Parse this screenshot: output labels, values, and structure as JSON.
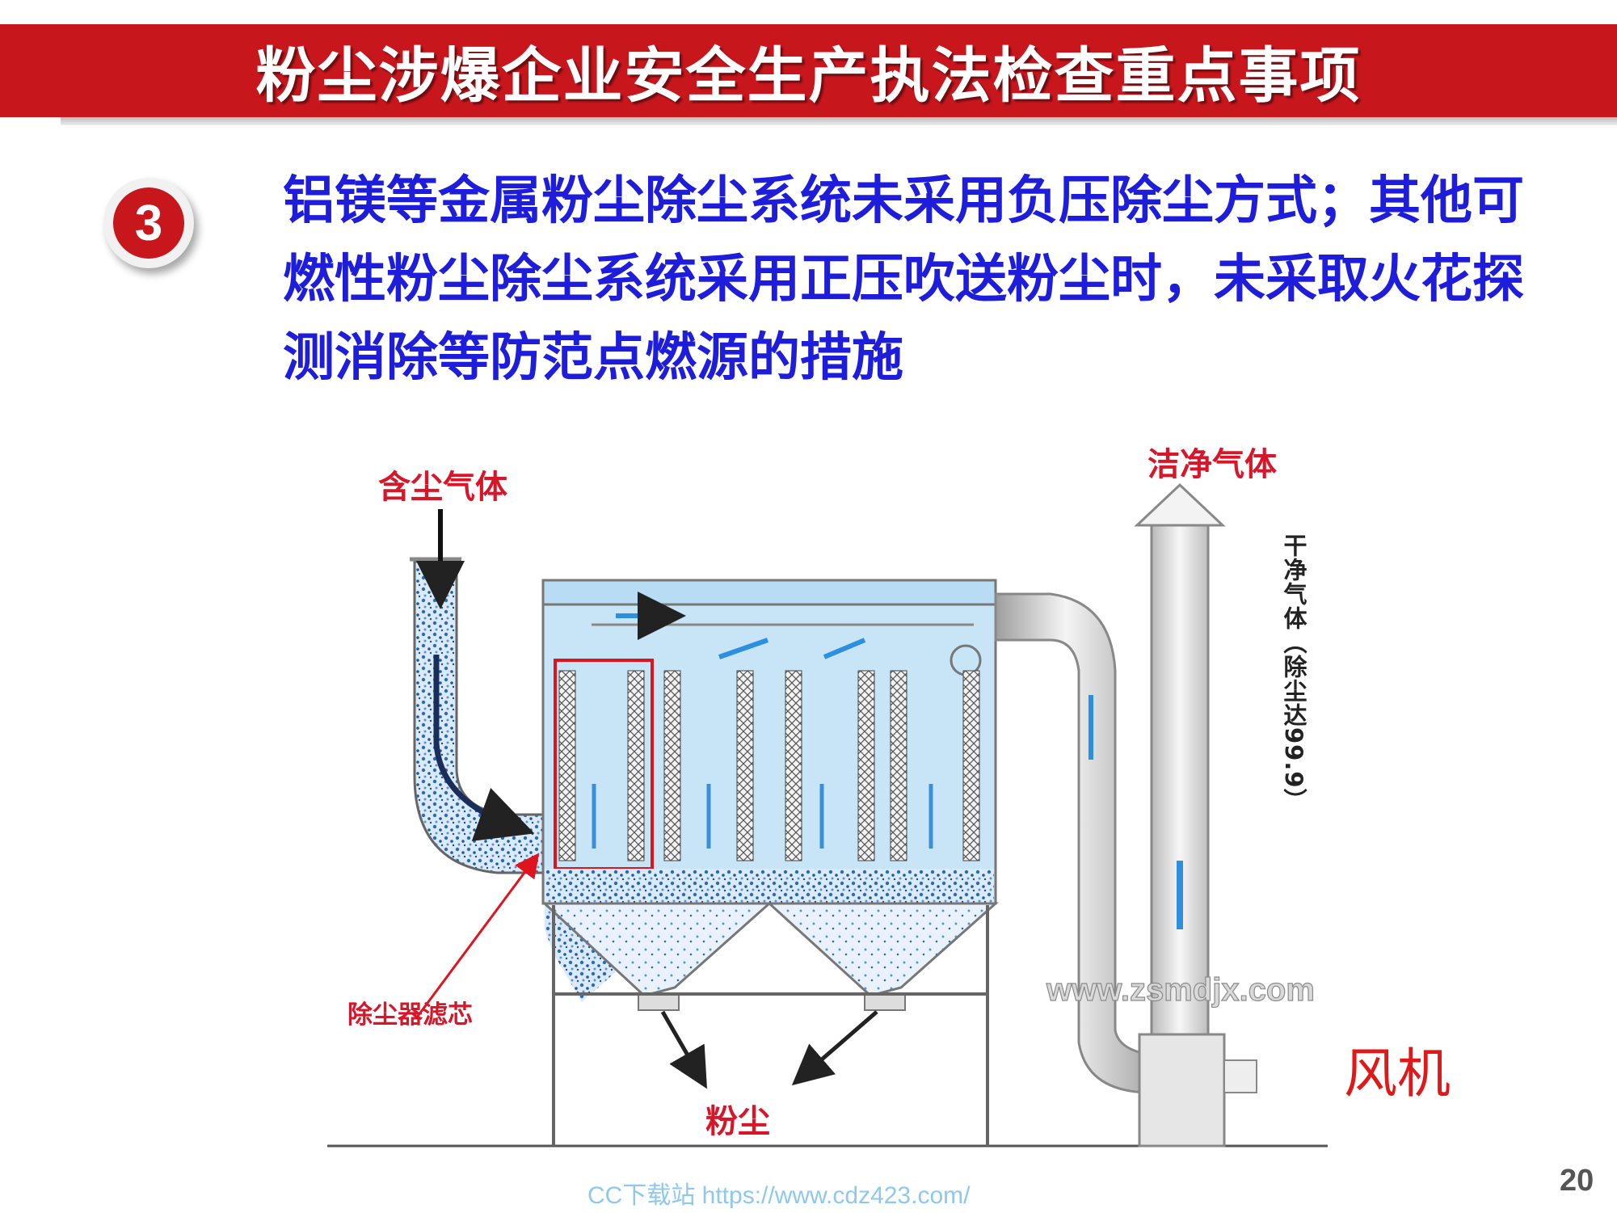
{
  "header": {
    "title": "粉尘涉爆企业安全生产执法检查重点事项"
  },
  "item": {
    "number": "3",
    "text": "铝镁等金属粉尘除尘系统未采用负压除尘方式；其他可燃性粉尘除尘系统采用正压吹送粉尘时，未采取火花探测消除等防范点燃源的措施"
  },
  "diagram": {
    "labels": {
      "dusty_gas": "含尘气体",
      "clean_gas": "洁净气体",
      "clean_air_side": "干净气体（除尘达99.9）",
      "filter_cartridge": "除尘器滤芯",
      "dust": "粉尘",
      "fan": "风机"
    },
    "image_watermark": "www.zsmdjx.com"
  },
  "footer": {
    "watermark": "CC下载站 https://www.cdz423.com/",
    "page_number": "20"
  },
  "colors": {
    "header_red": "#c8161d",
    "body_text_blue": "#1d1ddb",
    "label_red": "#d8162a",
    "housing_blue": "#c8e4f7",
    "dust_blue": "#2b6cb5"
  }
}
